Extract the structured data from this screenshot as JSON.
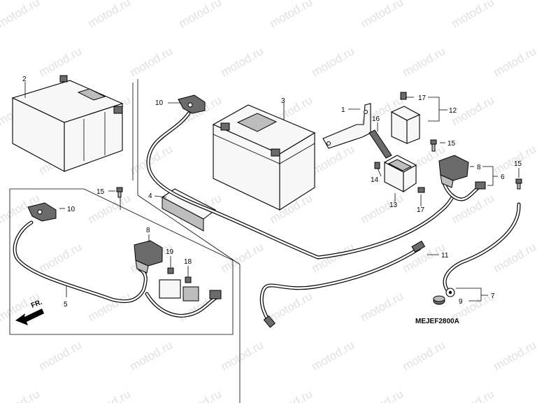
{
  "watermark": "motod.ru",
  "diagram_code": "MEJEF2800A",
  "front_label": "FR.",
  "callouts": {
    "c1": "1",
    "c2": "2",
    "c3": "3",
    "c4": "4",
    "c5": "5",
    "c6": "6",
    "c7": "7",
    "c8a": "8",
    "c8b": "8",
    "c9": "9",
    "c10a": "10",
    "c10b": "10",
    "c11": "11",
    "c12": "12",
    "c13": "13",
    "c14": "14",
    "c15a": "15",
    "c15b": "15",
    "c15c": "15",
    "c16": "16",
    "c17a": "17",
    "c17b": "17",
    "c18": "18",
    "c19": "19"
  }
}
